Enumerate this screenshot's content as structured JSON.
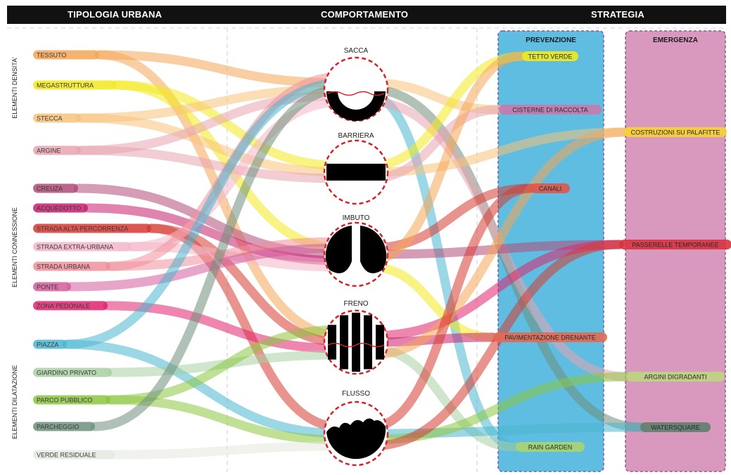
{
  "headers": {
    "tipologia": "TIPOLOGIA URBANA",
    "comportamento": "COMPORTAMENTO",
    "strategia": "STRATEGIA"
  },
  "groups": [
    "ELEMENTI DENSITA'",
    "ELEMENTI CONNESSIONE",
    "ELEMENTI DILATAZIONE"
  ],
  "strategy_columns": {
    "prevenzione": "PREVENZIONE",
    "emergenza": "EMERGENZA"
  },
  "tipologie": [
    {
      "label": "TESSUTO",
      "color": "#f5a657"
    },
    {
      "label": "MEGASTRUTTURA",
      "color": "#f2ea1e"
    },
    {
      "label": "STECCA",
      "color": "#f7c27a"
    },
    {
      "label": "ARGINE",
      "color": "#e8a4b0"
    },
    {
      "label": "CREUZA",
      "color": "#b34a78"
    },
    {
      "label": "ACQUEDOTTO",
      "color": "#c81e6e"
    },
    {
      "label": "STRADA ALTA PERCORRENZA",
      "color": "#d63a32"
    },
    {
      "label": "STRADA EXTRA-URBANA",
      "color": "#f3b6c8"
    },
    {
      "label": "STRADA URBANA",
      "color": "#f08f9a"
    },
    {
      "label": "PONTE",
      "color": "#d45c9c"
    },
    {
      "label": "ZONA PEDONALE",
      "color": "#e0226e"
    },
    {
      "label": "PIAZZA",
      "color": "#4ab6d0"
    },
    {
      "label": "GIARDINO PRIVATO",
      "color": "#a8cfa2"
    },
    {
      "label": "PARCO PUBBLICO",
      "color": "#8cc63f"
    },
    {
      "label": "PARCHEGGIO",
      "color": "#6f8f7c"
    },
    {
      "label": "VERDE RESIDUALE",
      "color": "#e3eadf"
    }
  ],
  "comportamenti": [
    {
      "label": "SACCA",
      "icon": "sacca-icon"
    },
    {
      "label": "BARRIERA",
      "icon": "barriera-icon"
    },
    {
      "label": "IMBUTO",
      "icon": "imbuto-icon"
    },
    {
      "label": "FRENO",
      "icon": "freno-icon"
    },
    {
      "label": "FLUSSO",
      "icon": "flusso-icon"
    }
  ],
  "strategie_prevenzione": [
    {
      "label": "TETTO VERDE",
      "color": "#f2ea1e"
    },
    {
      "label": "CISTERNE DI RACCOLTA",
      "color": "#c978ac"
    },
    {
      "label": "CANALI",
      "color": "#e0574a"
    },
    {
      "label": "PAVIMENTAZIONE DRENANTE",
      "color": "#e26a55"
    },
    {
      "label": "RAIN GARDEN",
      "color": "#a8d46f"
    }
  ],
  "strategie_emergenza": [
    {
      "label": "COSTRUZIONI SU PALAFITTE",
      "color": "#f7d332"
    },
    {
      "label": "PASSERELLE TEMPORANEE",
      "color": "#d8333e"
    },
    {
      "label": "ARGINI DIGRADANTI",
      "color": "#bcd680"
    },
    {
      "label": "WATERSQUARE",
      "color": "#5e7f6b"
    }
  ],
  "panel_colors": {
    "prevenzione": "#5ebde0",
    "emergenza": "#d998be",
    "node_ring": "#d2232a",
    "header_bg": "#111111"
  },
  "flows": [
    {
      "from": "TESSUTO",
      "to": "SACCA",
      "color": "#f5a657"
    },
    {
      "from": "TESSUTO",
      "to": "FRENO",
      "color": "#f5a657"
    },
    {
      "from": "MEGASTRUTTURA",
      "to": "BARRIERA",
      "color": "#f2ea1e"
    },
    {
      "from": "MEGASTRUTTURA",
      "to": "IMBUTO",
      "color": "#f2ea1e"
    },
    {
      "from": "STECCA",
      "to": "SACCA",
      "color": "#f7c27a"
    },
    {
      "from": "STECCA",
      "to": "BARRIERA",
      "color": "#f7c27a"
    },
    {
      "from": "ARGINE",
      "to": "BARRIERA",
      "color": "#e8a4b0"
    },
    {
      "from": "ARGINE",
      "to": "SACCA",
      "color": "#e8a4b0"
    },
    {
      "from": "CREUZA",
      "to": "IMBUTO",
      "color": "#b34a78"
    },
    {
      "from": "ACQUEDOTTO",
      "to": "IMBUTO",
      "color": "#c81e6e"
    },
    {
      "from": "STRADA ALTA PERCORRENZA",
      "to": "FLUSSO",
      "color": "#d63a32"
    },
    {
      "from": "STRADA ALTA PERCORRENZA",
      "to": "FRENO",
      "color": "#d63a32"
    },
    {
      "from": "STRADA EXTRA-URBANA",
      "to": "SACCA",
      "color": "#f3b6c8"
    },
    {
      "from": "STRADA EXTRA-URBANA",
      "to": "IMBUTO",
      "color": "#f3b6c8"
    },
    {
      "from": "STRADA URBANA",
      "to": "IMBUTO",
      "color": "#f08f9a"
    },
    {
      "from": "STRADA URBANA",
      "to": "SACCA",
      "color": "#f08f9a"
    },
    {
      "from": "PONTE",
      "to": "IMBUTO",
      "color": "#d45c9c"
    },
    {
      "from": "ZONA PEDONALE",
      "to": "FRENO",
      "color": "#e0226e"
    },
    {
      "from": "PIAZZA",
      "to": "SACCA",
      "color": "#4ab6d0"
    },
    {
      "from": "PIAZZA",
      "to": "FLUSSO",
      "color": "#4ab6d0"
    },
    {
      "from": "GIARDINO PRIVATO",
      "to": "FRENO",
      "color": "#a8cfa2"
    },
    {
      "from": "PARCO PUBBLICO",
      "to": "FRENO",
      "color": "#8cc63f"
    },
    {
      "from": "PARCO PUBBLICO",
      "to": "FLUSSO",
      "color": "#8cc63f"
    },
    {
      "from": "PARCHEGGIO",
      "to": "SACCA",
      "color": "#6f8f7c"
    },
    {
      "from": "VERDE RESIDUALE",
      "to": "FLUSSO",
      "color": "#e3eadf"
    },
    {
      "from": "SACCA",
      "to": "CISTERNE DI RACCOLTA",
      "color": "#f7c27a"
    },
    {
      "from": "SACCA",
      "to": "WATERSQUARE",
      "color": "#6f8f7c"
    },
    {
      "from": "SACCA",
      "to": "RAIN GARDEN",
      "color": "#4ab6d0"
    },
    {
      "from": "SACCA",
      "to": "ARGINI DIGRADANTI",
      "color": "#e8a4b0"
    },
    {
      "from": "BARRIERA",
      "to": "TETTO VERDE",
      "color": "#f2ea1e"
    },
    {
      "from": "BARRIERA",
      "to": "COSTRUZIONI SU PALAFITTE",
      "color": "#f7c27a"
    },
    {
      "from": "BARRIERA",
      "to": "CISTERNE DI RACCOLTA",
      "color": "#e8a4b0"
    },
    {
      "from": "IMBUTO",
      "to": "CANALI",
      "color": "#d63a32"
    },
    {
      "from": "IMBUTO",
      "to": "PASSERELLE TEMPORANEE",
      "color": "#b34a78"
    },
    {
      "from": "IMBUTO",
      "to": "TETTO VERDE",
      "color": "#f5a657"
    },
    {
      "from": "IMBUTO",
      "to": "PAVIMENTAZIONE DRENANTE",
      "color": "#f2ea1e"
    },
    {
      "from": "FRENO",
      "to": "PASSERELLE TEMPORANEE",
      "color": "#e0226e"
    },
    {
      "from": "FRENO",
      "to": "PAVIMENTAZIONE DRENANTE",
      "color": "#c81e6e"
    },
    {
      "from": "FRENO",
      "to": "RAIN GARDEN",
      "color": "#a8cfa2"
    },
    {
      "from": "FRENO",
      "to": "COSTRUZIONI SU PALAFITTE",
      "color": "#f5a657"
    },
    {
      "from": "FLUSSO",
      "to": "CANALI",
      "color": "#d63a32"
    },
    {
      "from": "FLUSSO",
      "to": "WATERSQUARE",
      "color": "#4ab6d0"
    },
    {
      "from": "FLUSSO",
      "to": "ARGINI DIGRADANTI",
      "color": "#8cc63f"
    },
    {
      "from": "FLUSSO",
      "to": "PASSERELLE TEMPORANEE",
      "color": "#d63a32"
    }
  ]
}
